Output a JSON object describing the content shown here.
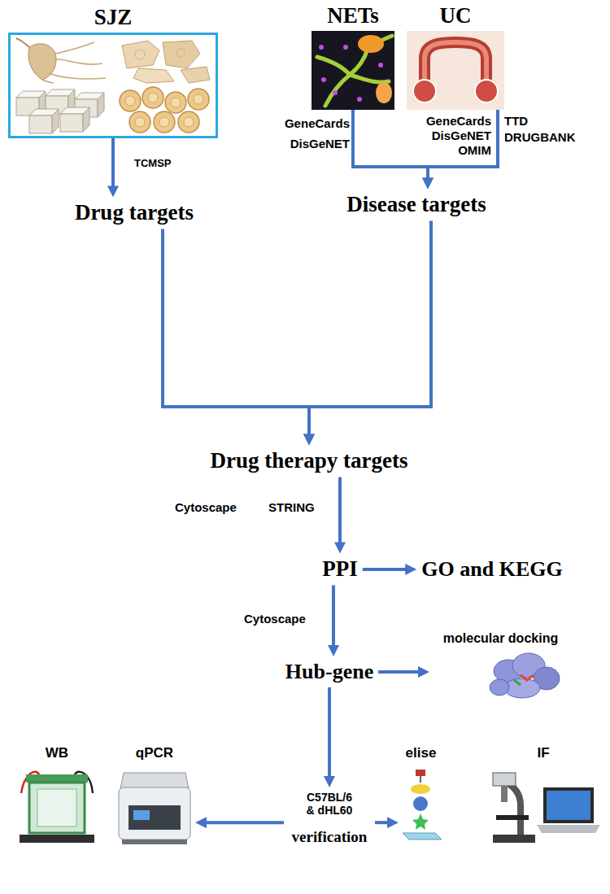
{
  "diagram": {
    "nodes": [
      {
        "text": [
          "SJZ"
        ]
      },
      {
        "text": [
          "NETs"
        ]
      },
      {
        "text": [
          "UC"
        ]
      },
      {
        "text": [
          "Drug targets"
        ]
      },
      {
        "text": [
          "Disease targets"
        ]
      },
      {
        "text": [
          "Drug therapy targets"
        ]
      },
      {
        "text": [
          "PPI"
        ]
      },
      {
        "text": [
          "GO and KEGG"
        ]
      },
      {
        "text": [
          "Hub-gene"
        ]
      },
      {
        "text": [
          "molecular docking"
        ]
      },
      {
        "text": [
          "WB"
        ]
      },
      {
        "text": [
          "qPCR"
        ]
      },
      {
        "text": [
          "elise"
        ]
      },
      {
        "text": [
          "IF"
        ]
      },
      {
        "text": [
          "C57BL/6 & dHL60",
          "verification"
        ]
      }
    ],
    "edges": [
      {
        "from": 0,
        "to": 3,
        "arrow": "to",
        "label": "TCMSP"
      },
      {
        "from": 1,
        "to": 4,
        "arrow": "to"
      },
      {
        "from": 2,
        "to": 4,
        "arrow": "to"
      },
      {
        "from": 3,
        "to": 5,
        "arrow": "to"
      },
      {
        "from": 4,
        "to": 5,
        "arrow": "to"
      },
      {
        "from": 5,
        "to": 6,
        "arrow": "to"
      },
      {
        "from": 6,
        "to": 7,
        "arrow": "to"
      },
      {
        "from": 6,
        "to": 8,
        "arrow": "to",
        "label": "Cytoscape"
      },
      {
        "from": 8,
        "to": 9,
        "arrow": "to"
      },
      {
        "from": 8,
        "to": 14,
        "arrow": "to"
      },
      {
        "from": 14,
        "to": 11,
        "arrow": "to"
      },
      {
        "from": 14,
        "to": 12,
        "arrow": "to"
      }
    ],
    "labels": [
      "GeneCards",
      "DisGeNET",
      "GeneCards",
      "DisGeNET",
      "OMIM",
      "TTD",
      "DRUGBANK",
      "Cytoscape",
      "STRING"
    ]
  }
}
